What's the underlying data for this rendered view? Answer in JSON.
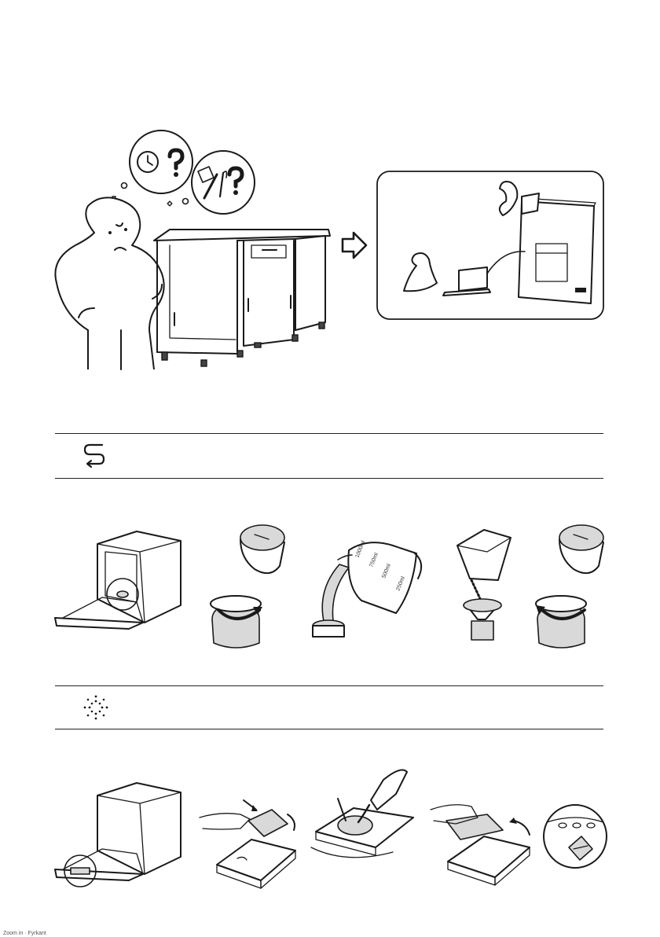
{
  "hero": {
    "thought_icons": [
      "clock-icon",
      "question-mark-icon",
      "dishes-cutlery-icon",
      "question-mark-icon"
    ],
    "arrow_icon": "arrow-right-icon",
    "info_icons": [
      "person-reading-manual-icon",
      "person-using-laptop-icon",
      "manual-booklet-icon"
    ]
  },
  "sections": [
    {
      "id": "salt",
      "icon": "salt-regeneration-icon",
      "steps": [
        "open-salt-container",
        "unscrew-cap",
        "pour-water",
        "add-salt",
        "screw-cap-back"
      ]
    },
    {
      "id": "rinse-aid",
      "icon": "rinse-aid-sparkle-icon",
      "steps": [
        "locate-dispenser",
        "open-lid",
        "fill-rinse-aid",
        "wipe-spill",
        "adjust-dosage"
      ]
    }
  ],
  "measuring_jug": {
    "marks": [
      "1000ml",
      "750ml",
      "500ml",
      "250ml"
    ]
  },
  "footer": {
    "text": "Zoom in · Fyrkant"
  }
}
